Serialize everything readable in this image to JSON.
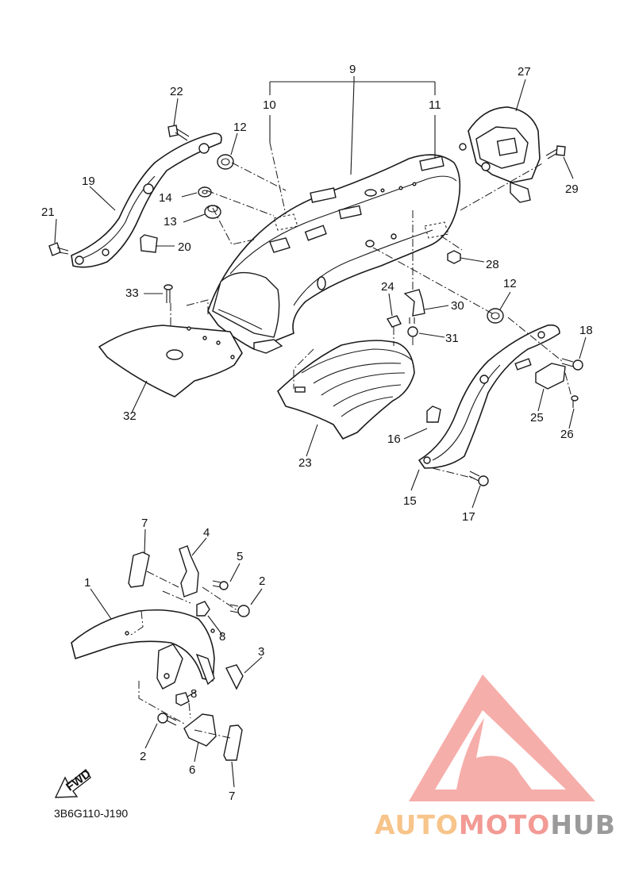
{
  "callouts": [
    {
      "id": "c9",
      "text": "9"
    },
    {
      "id": "c10",
      "text": "10"
    },
    {
      "id": "c11",
      "text": "11"
    },
    {
      "id": "c27",
      "text": "27"
    },
    {
      "id": "c22",
      "text": "22"
    },
    {
      "id": "c12a",
      "text": "12"
    },
    {
      "id": "c19",
      "text": "19"
    },
    {
      "id": "c14",
      "text": "14"
    },
    {
      "id": "c29",
      "text": "29"
    },
    {
      "id": "c21",
      "text": "21"
    },
    {
      "id": "c13",
      "text": "13"
    },
    {
      "id": "c20",
      "text": "20"
    },
    {
      "id": "c28",
      "text": "28"
    },
    {
      "id": "c33",
      "text": "33"
    },
    {
      "id": "c12b",
      "text": "12"
    },
    {
      "id": "c24",
      "text": "24"
    },
    {
      "id": "c30",
      "text": "30"
    },
    {
      "id": "c18",
      "text": "18"
    },
    {
      "id": "c31",
      "text": "31"
    },
    {
      "id": "c32",
      "text": "32"
    },
    {
      "id": "c25",
      "text": "25"
    },
    {
      "id": "c26",
      "text": "26"
    },
    {
      "id": "c16",
      "text": "16"
    },
    {
      "id": "c23",
      "text": "23"
    },
    {
      "id": "c15",
      "text": "15"
    },
    {
      "id": "c17",
      "text": "17"
    },
    {
      "id": "c7a",
      "text": "7"
    },
    {
      "id": "c4",
      "text": "4"
    },
    {
      "id": "c5",
      "text": "5"
    },
    {
      "id": "c1",
      "text": "1"
    },
    {
      "id": "c2a",
      "text": "2"
    },
    {
      "id": "c8a",
      "text": "8"
    },
    {
      "id": "c3",
      "text": "3"
    },
    {
      "id": "c8b",
      "text": "8"
    },
    {
      "id": "c2b",
      "text": "2"
    },
    {
      "id": "c6",
      "text": "6"
    },
    {
      "id": "c7b",
      "text": "7"
    }
  ],
  "fwd_label": "FWD",
  "diagram_code": "3B6G110-J190",
  "watermark": {
    "parts": [
      {
        "text": "AUTO",
        "color": "#f7c48a"
      },
      {
        "text": "MOTO",
        "color": "#f39a94"
      },
      {
        "text": "HUB",
        "color": "#9a9a9a"
      }
    ],
    "logo_color": "#f4a09b"
  }
}
